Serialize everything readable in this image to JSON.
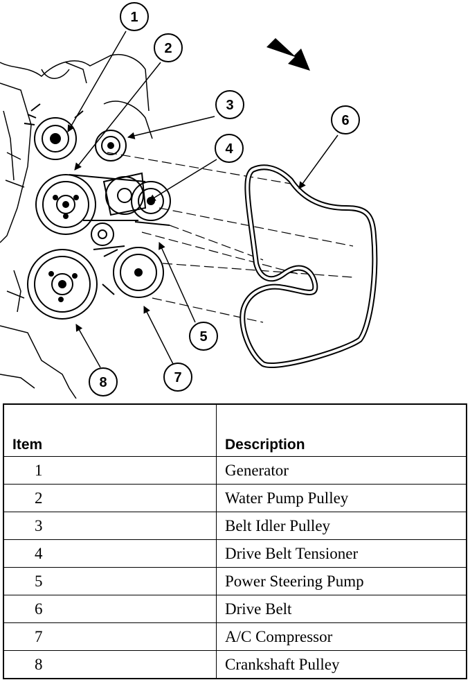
{
  "callouts": [
    {
      "number": "1"
    },
    {
      "number": "2"
    },
    {
      "number": "3"
    },
    {
      "number": "4"
    },
    {
      "number": "5"
    },
    {
      "number": "6"
    },
    {
      "number": "7"
    },
    {
      "number": "8"
    }
  ],
  "table": {
    "headers": {
      "item": "Item",
      "description": "Description"
    },
    "rows": [
      {
        "item": "1",
        "description": "Generator"
      },
      {
        "item": "2",
        "description": "Water Pump Pulley"
      },
      {
        "item": "3",
        "description": "Belt Idler Pulley"
      },
      {
        "item": "4",
        "description": "Drive Belt Tensioner"
      },
      {
        "item": "5",
        "description": "Power Steering Pump"
      },
      {
        "item": "6",
        "description": "Drive Belt"
      },
      {
        "item": "7",
        "description": "A/C Compressor"
      },
      {
        "item": "8",
        "description": "Crankshaft Pulley"
      }
    ]
  }
}
